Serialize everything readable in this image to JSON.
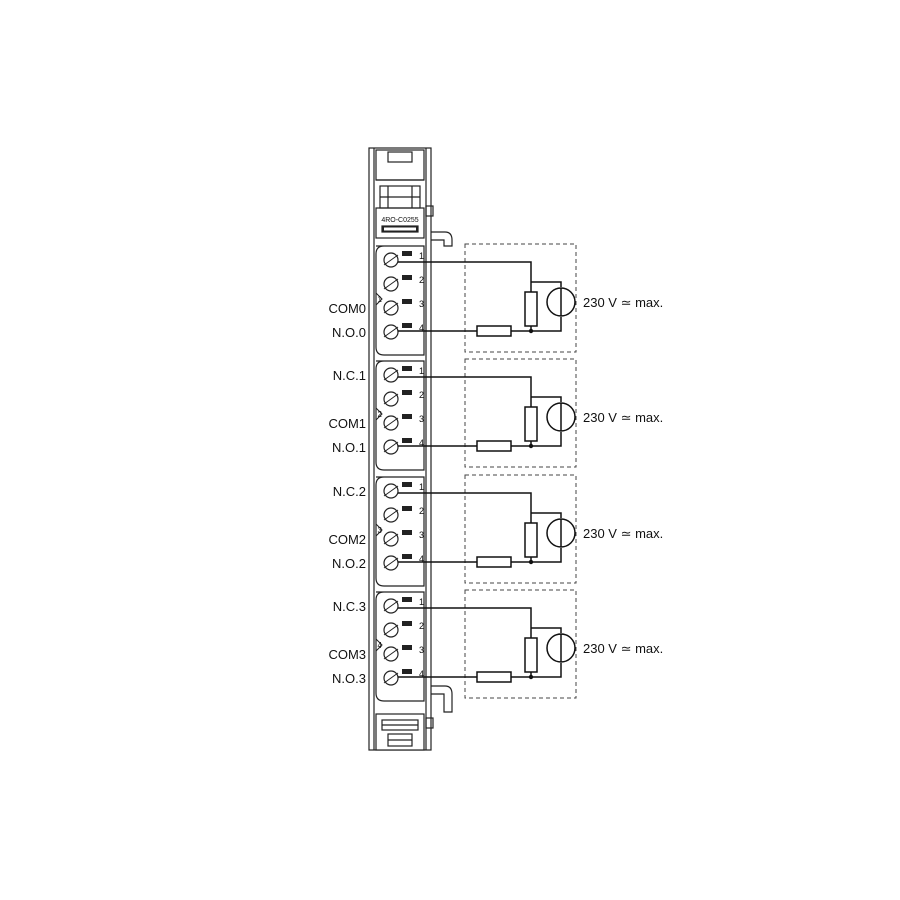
{
  "module": {
    "model_label": "4RO-C0255",
    "groups": [
      {
        "section": "1",
        "labels": [
          "",
          "",
          "COM0",
          "N.O.0"
        ],
        "pins": [
          "1",
          "2",
          "3",
          "4"
        ],
        "voltage": "230 V ≃ max."
      },
      {
        "section": "2",
        "labels": [
          "N.C.1",
          "",
          "COM1",
          "N.O.1"
        ],
        "pins": [
          "1",
          "2",
          "3",
          "4"
        ],
        "voltage": "230 V ≃ max."
      },
      {
        "section": "3",
        "labels": [
          "N.C.2",
          "",
          "COM2",
          "N.O.2"
        ],
        "pins": [
          "1",
          "2",
          "3",
          "4"
        ],
        "voltage": "230 V ≃ max."
      },
      {
        "section": "4",
        "labels": [
          "N.C.3",
          "",
          "COM3",
          "N.O.3"
        ],
        "pins": [
          "1",
          "2",
          "3",
          "4"
        ],
        "voltage": "230 V ≃ max."
      }
    ]
  }
}
